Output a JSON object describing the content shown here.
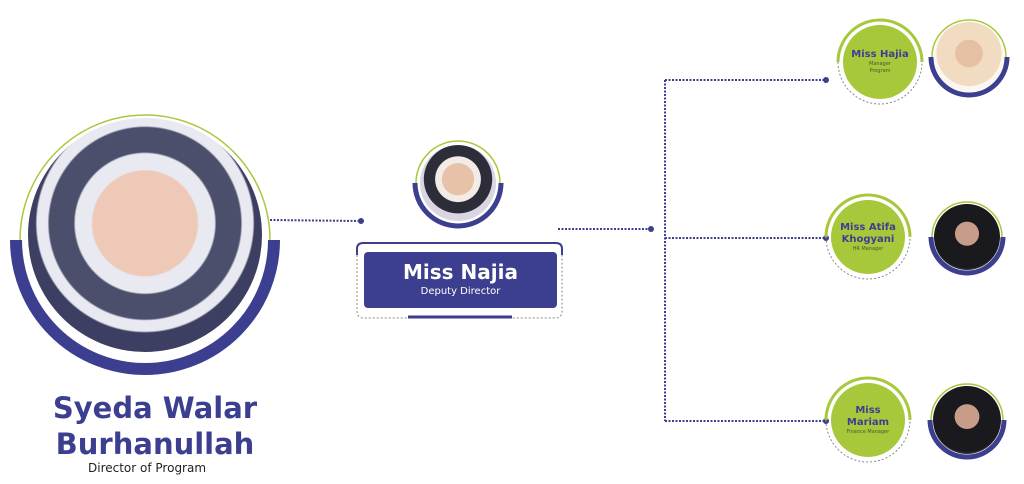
{
  "director": {
    "name_line1": "Syeda Walar",
    "name_line2": "Burhanullah",
    "role": "Director of Program"
  },
  "deputy": {
    "name": "Miss Najia",
    "role": "Deputy Director"
  },
  "managers": [
    {
      "name": "Miss Hajia",
      "role": "Manager Program"
    },
    {
      "name": "Miss Atifa Khogyani",
      "role": "HR Manager"
    },
    {
      "name": "Miss Mariam",
      "role": "Finance Manager"
    }
  ],
  "colors": {
    "navy": "#3c3f8f",
    "green": "#a8c83c"
  }
}
